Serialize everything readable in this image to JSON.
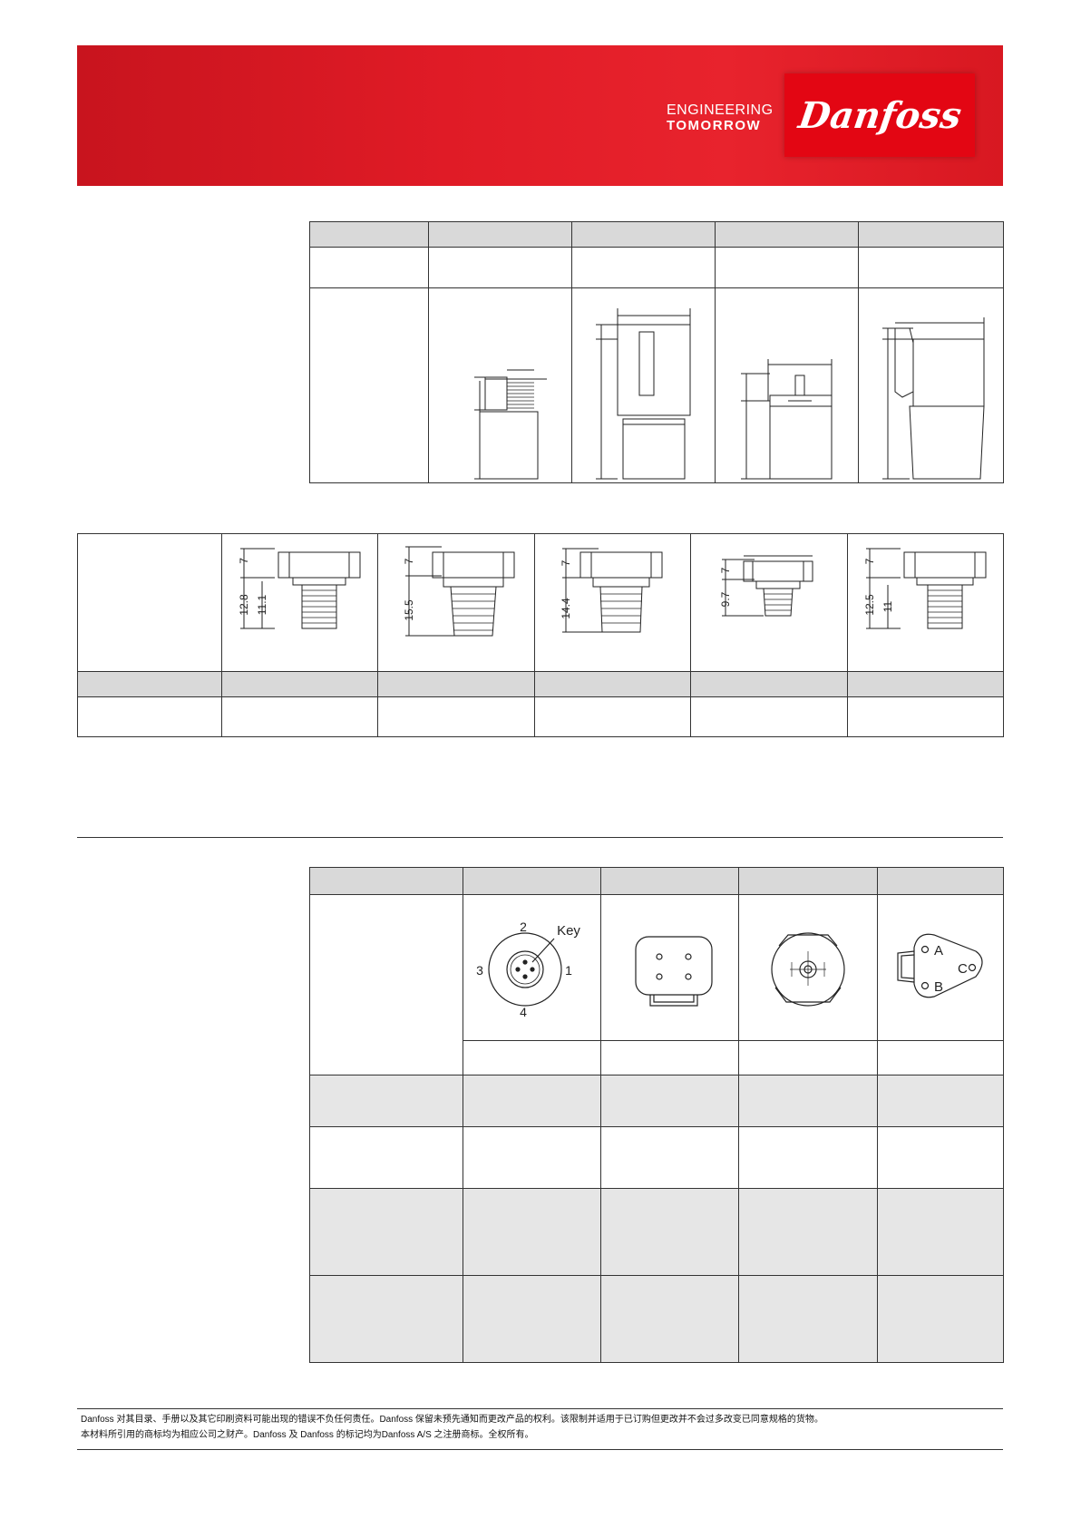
{
  "banner": {
    "tagline_line1": "ENGINEERING",
    "tagline_line2": "TOMORROW",
    "logo_text": "Danfoss",
    "color": "#e30613"
  },
  "connector_diagram": {
    "pin_numbers": [
      "2",
      "3",
      "1",
      "4"
    ],
    "key_label": "Key",
    "deutsch_pins": [
      "A",
      "B",
      "C"
    ]
  },
  "thread_dimensions": [
    {
      "outer": "12.8",
      "inner": "11.1",
      "hex": "7"
    },
    {
      "outer": "15.5",
      "hex": "7"
    },
    {
      "outer": "14.4",
      "hex": "7"
    },
    {
      "outer": "9.7",
      "hex": "7"
    },
    {
      "outer": "12.5",
      "inner": "11",
      "hex": "7"
    }
  ],
  "footer": {
    "line1": "Danfoss 对其目录、手册以及其它印刷资料可能出现的错误不负任何责任。Danfoss 保留未预先通知而更改产品的权利。该限制并适用于已订购但更改并不会过多改变已同意规格的货物。",
    "line2": "本材料所引用的商标均为相应公司之财产。Danfoss 及 Danfoss 的标记均为Danfoss A/S 之注册商标。全权所有。"
  }
}
